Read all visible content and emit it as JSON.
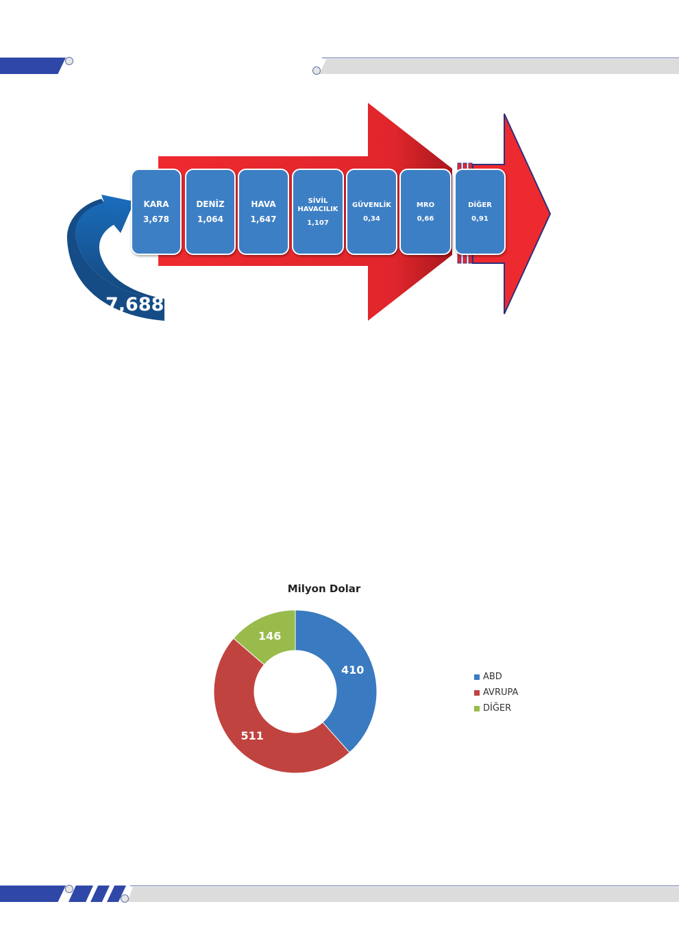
{
  "flow": {
    "total": "7,688",
    "sectors": [
      {
        "label": "KARA",
        "value": "3,678"
      },
      {
        "label": "DENİZ",
        "value": "1,064"
      },
      {
        "label": "HAVA",
        "value": "1,647"
      },
      {
        "label": "SİVİL HAVACILIK",
        "value": "1,107"
      },
      {
        "label": "GÜVENLİK",
        "value": "0,34"
      },
      {
        "label": "MRO",
        "value": "0,66"
      },
      {
        "label": "DİĞER",
        "value": "0,91"
      }
    ],
    "colors": {
      "arrow": "#e8262c",
      "box": "#3d7fc4",
      "curve": "#1f5f98"
    }
  },
  "chart_data": {
    "type": "pie",
    "variant": "donut",
    "title": "Milyon Dolar",
    "categories": [
      "ABD",
      "AVRUPA",
      "DİĞER"
    ],
    "values": [
      410,
      511,
      146
    ],
    "colors": [
      "#3a7ac0",
      "#c0433f",
      "#99bb4c"
    ],
    "legend": "right"
  }
}
